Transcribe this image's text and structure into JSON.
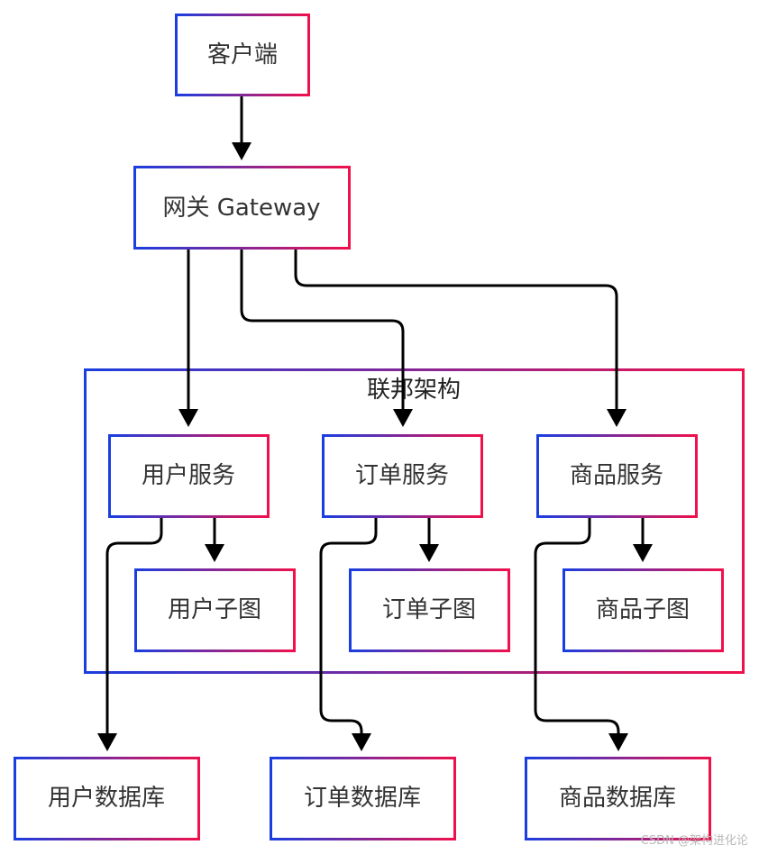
{
  "diagram": {
    "group_label": "联邦架构",
    "nodes": {
      "client": "客户端",
      "gateway": "网关 Gateway",
      "user_service": "用户服务",
      "order_service": "订单服务",
      "product_service": "商品服务",
      "user_subgraph": "用户子图",
      "order_subgraph": "订单子图",
      "product_subgraph": "商品子图",
      "user_db": "用户数据库",
      "order_db": "订单数据库",
      "product_db": "商品数据库"
    },
    "edges": [
      [
        "client",
        "gateway"
      ],
      [
        "gateway",
        "user_service"
      ],
      [
        "gateway",
        "order_service"
      ],
      [
        "gateway",
        "product_service"
      ],
      [
        "user_service",
        "user_subgraph"
      ],
      [
        "user_service",
        "user_db"
      ],
      [
        "order_service",
        "order_subgraph"
      ],
      [
        "order_service",
        "order_db"
      ],
      [
        "product_service",
        "product_subgraph"
      ],
      [
        "product_service",
        "product_db"
      ]
    ],
    "colors": {
      "border_start": "#1a3ee0",
      "border_end": "#f0104c",
      "edge": "#000000",
      "text": "#333333"
    }
  },
  "watermark": "CSDN @架构进化论"
}
